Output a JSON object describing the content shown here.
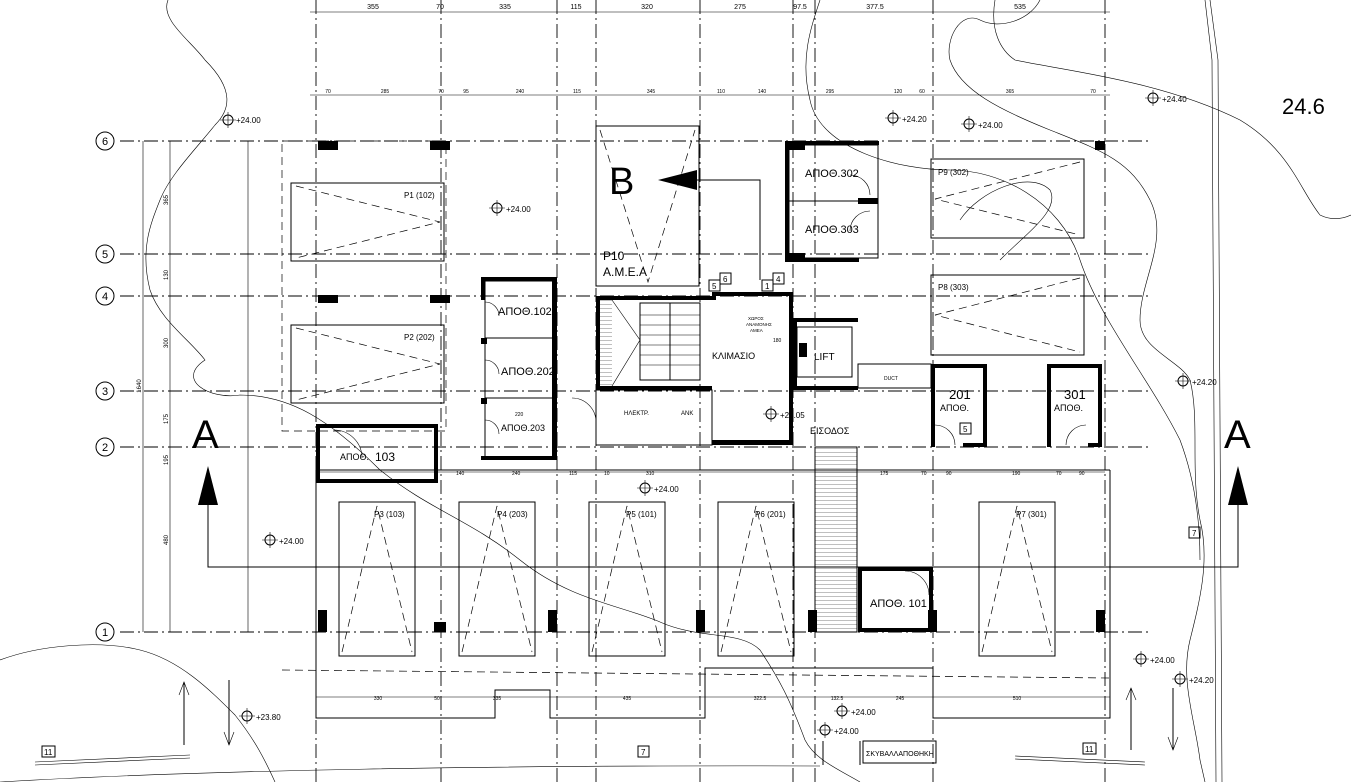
{
  "drawing": {
    "level_value": "24.6",
    "section_a": "A",
    "section_b": "B",
    "grid_axes": [
      "1",
      "2",
      "3",
      "4",
      "5",
      "6"
    ],
    "top_dims": [
      "355",
      "70",
      "335",
      "115",
      "320",
      "275",
      "97.5",
      "377.5",
      "535"
    ],
    "top_subdims": [
      "70",
      "285",
      "70",
      "95",
      "240",
      "115",
      "345",
      "110",
      "140",
      "295",
      "120",
      "60",
      "365",
      "70"
    ],
    "bottom_dims": [
      "330",
      "50",
      "335",
      "435",
      "322.5",
      "132.5",
      "245",
      "510"
    ],
    "left_dims": [
      "365",
      "130",
      "300",
      "175",
      "195",
      "480",
      "1640"
    ],
    "rooms": {
      "apoth_102": "ΑΠΟΘ.102",
      "apoth_202": "ΑΠΟΘ.202",
      "apoth_203": "ΑΠΟΘ.203",
      "apoth_103": "ΑΠΟΘ.",
      "apoth_103_num": "103",
      "apoth_302": "ΑΠΟΘ.302",
      "apoth_303": "ΑΠΟΘ.303",
      "apoth_201_num": "201",
      "apoth_201": "ΑΠΟΘ.",
      "apoth_301_num": "301",
      "apoth_301": "ΑΠΟΘ.",
      "apoth_101": "ΑΠΟΘ. 101",
      "klimasio": "ΚΛΙΜΑΣΙΟ",
      "lift": "LIFT",
      "eisodos": "ΕΙΣΟΔΟΣ",
      "ilektr": "ΗΛΕΚΤΡ.",
      "ank": "ΑΝΚ",
      "xoros_1": "ΧΩΡΟΣ",
      "xoros_2": "ΑΝΑΜΟΝΗΣ",
      "xoros_3": "ΑΜΕΑ",
      "skyvalapothiki": "ΣΚΥΒΑΛΛΑΠΟΘΗΚΗ",
      "duct": "DUCT"
    },
    "parking": {
      "p1": "P1 (102)",
      "p2": "P2 (202)",
      "p3": "P3 (103)",
      "p4": "P4 (203)",
      "p5": "P5 (101)",
      "p6": "P6 (201)",
      "p7": "P7 (301)",
      "p8": "P8 (303)",
      "p9": "P9 (302)",
      "p10": "P10",
      "p10_sub": "Α.Μ.Ε.Α"
    },
    "levels": [
      "+24.00",
      "+24.20",
      "+24.40",
      "+24.05",
      "+23.80"
    ],
    "tags": [
      "1",
      "4",
      "5",
      "6",
      "7",
      "11"
    ],
    "small_dims": [
      "220",
      "180",
      "130",
      "310",
      "240",
      "140",
      "115",
      "10",
      "175",
      "70",
      "90",
      "190",
      "60"
    ]
  }
}
